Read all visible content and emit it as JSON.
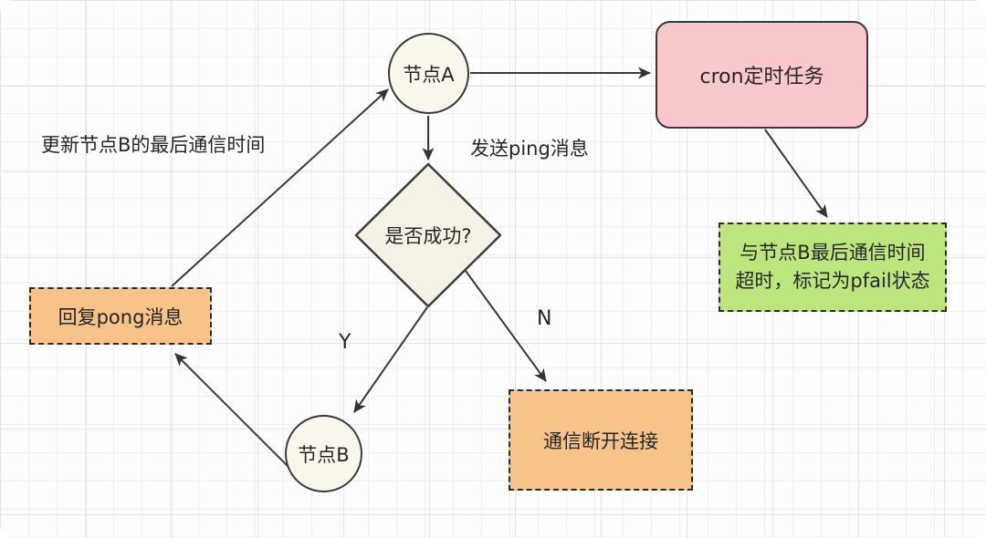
{
  "diagram": {
    "title_hint": "node ping-pong / pfail flowchart",
    "nodes": {
      "node_a": {
        "label": "节点A",
        "shape": "circle"
      },
      "node_b": {
        "label": "节点B",
        "shape": "circle"
      },
      "cron": {
        "label": "cron定时任务",
        "shape": "rounded-rect",
        "fill": "#f9c8cc"
      },
      "decision": {
        "label": "是否成功?",
        "shape": "diamond",
        "fill": "#f5f1e4"
      },
      "pfail": {
        "line1": "与节点B最后通信时间",
        "line2": "超时，标记为pfail状态",
        "shape": "dashed-rect",
        "fill": "#bce57d"
      },
      "pong": {
        "label": "回复pong消息",
        "shape": "dashed-rect",
        "fill": "#f7c389"
      },
      "disconnect": {
        "label": "通信断开连接",
        "shape": "dashed-rect",
        "fill": "#f7c389"
      }
    },
    "edge_labels": {
      "send_ping": "发送ping消息",
      "update_time": "更新节点B的最后通信时间",
      "yes": "Y",
      "no": "N"
    },
    "edges": [
      {
        "from": "node_a",
        "to": "cron"
      },
      {
        "from": "node_a",
        "to": "decision",
        "label": "发送ping消息"
      },
      {
        "from": "cron",
        "to": "pfail"
      },
      {
        "from": "decision",
        "to": "node_b",
        "label": "Y"
      },
      {
        "from": "decision",
        "to": "disconnect",
        "label": "N"
      },
      {
        "from": "node_b",
        "to": "pong"
      },
      {
        "from": "pong",
        "to": "node_a",
        "label": "更新节点B的最后通信时间"
      }
    ],
    "colors": {
      "background": "#fdfdfd",
      "grid_minor": "#efefef",
      "grid_major": "#e4e4e4",
      "stroke": "#3a3a3a",
      "pink": "#f9c8cc",
      "green": "#bce57d",
      "orange": "#f7c389",
      "cream": "#f9f6ec",
      "diamond_fill": "#f5f1e4",
      "text": "#262626"
    }
  }
}
